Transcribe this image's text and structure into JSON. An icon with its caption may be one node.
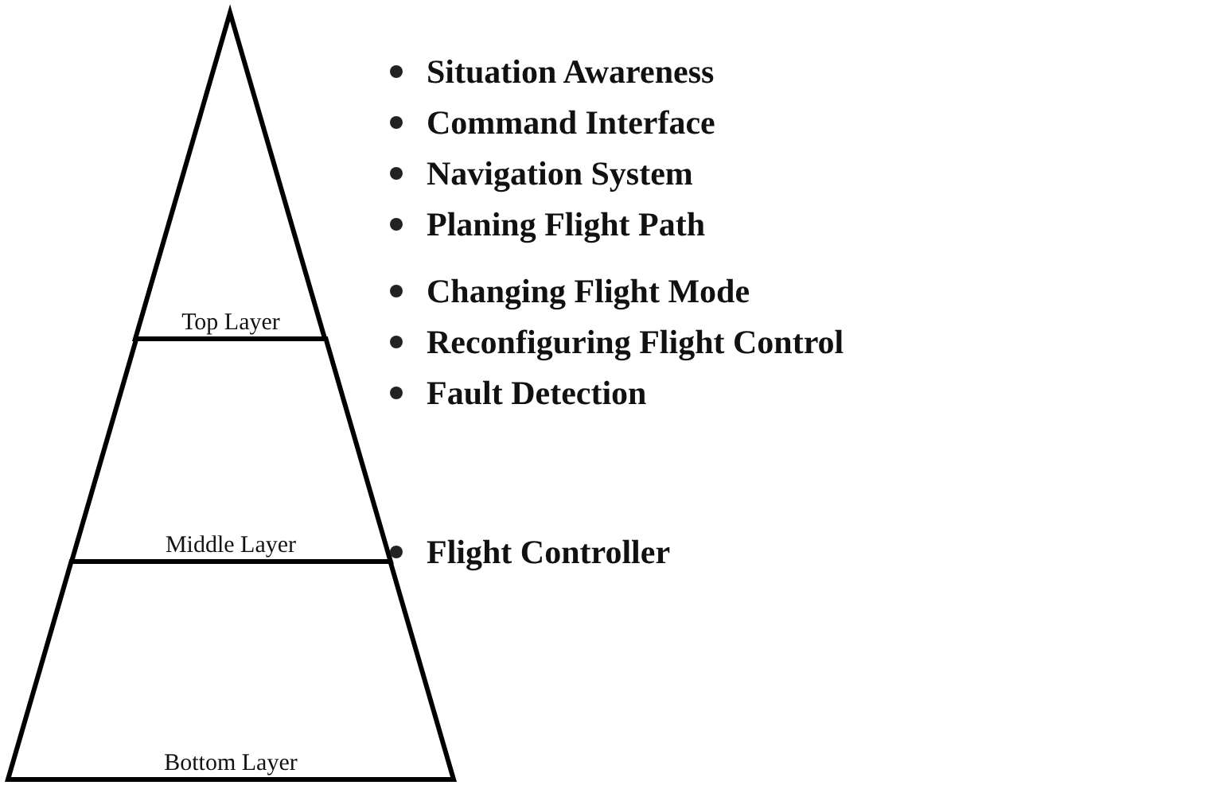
{
  "diagram": {
    "nodes": [
      {
        "text": [
          "Top Layer"
        ],
        "beside": [
          "Situation Awareness",
          "Command Interface",
          "Navigation System",
          "Planing Flight Path"
        ]
      },
      {
        "text": [
          "Middle Layer"
        ],
        "beside": [
          "Changing Flight Mode",
          "Reconfiguring Flight Control",
          "Fault Detection"
        ]
      },
      {
        "text": [
          "Bottom Layer"
        ],
        "beside": [
          "Flight Controller"
        ]
      }
    ]
  }
}
